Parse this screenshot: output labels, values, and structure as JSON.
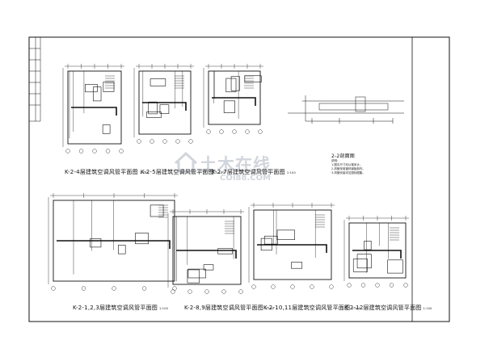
{
  "drawings": [
    {
      "id": "k2-4",
      "caption": "K-2-4",
      "suffix": "层建筑空调风管平面图",
      "scale": "1:100"
    },
    {
      "id": "k2-5",
      "caption": "K-2-5",
      "suffix": "层建筑空调风管平面图",
      "scale": "1:100"
    },
    {
      "id": "k2-7",
      "caption": "K-2-7",
      "suffix": "层建筑空调风管平面图",
      "scale": "1:100"
    },
    {
      "id": "k2-123",
      "caption": "K-2-1,2,3",
      "suffix": "层建筑空调风管平面图",
      "scale": "1:100"
    },
    {
      "id": "k2-89",
      "caption": "K-2-8,9",
      "suffix": "层建筑空调风管平面图",
      "scale": "1:100"
    },
    {
      "id": "k2-1011",
      "caption": "K-2-10,11",
      "suffix": "层建筑空调风管平面图",
      "scale": "1:100"
    },
    {
      "id": "k2-12",
      "caption": "K-2-12",
      "suffix": "层建筑空调风管平面图",
      "scale": "1:100"
    }
  ],
  "section": {
    "title": "2-2",
    "title_suffix": "剖面图"
  },
  "notes": [
    "说明：",
    "1.图中尺寸均以毫米计。",
    "2.风管采用镀锌钢板制作。",
    "3.风管安装详见国标图集。"
  ],
  "watermark": {
    "main": "土木在线",
    "sub": "COI88.COM"
  }
}
